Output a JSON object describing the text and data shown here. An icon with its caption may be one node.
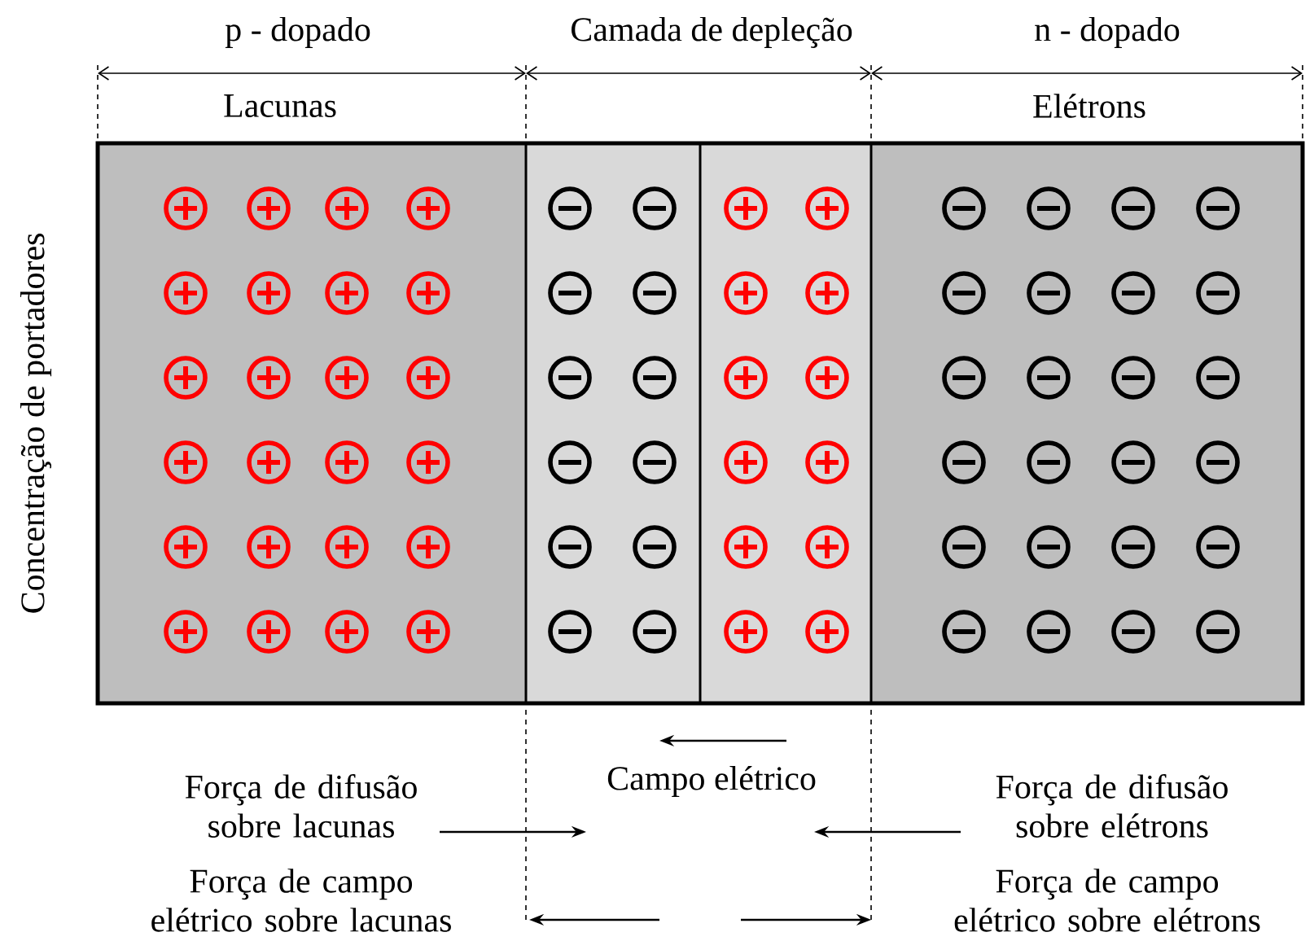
{
  "diagram": {
    "labels": [
      "p - dopado",
      "Camada de depleção",
      "n - dopado",
      "Lacunas",
      "Elétrons",
      "Concentração de portadores",
      "Campo elétrico",
      "Força de difusão sobre lacunas",
      "Força de difusão sobre elétrons",
      "Força de campo elétrico sobre lacunas",
      "Força de campo elétrico sobre elétrons"
    ]
  }
}
